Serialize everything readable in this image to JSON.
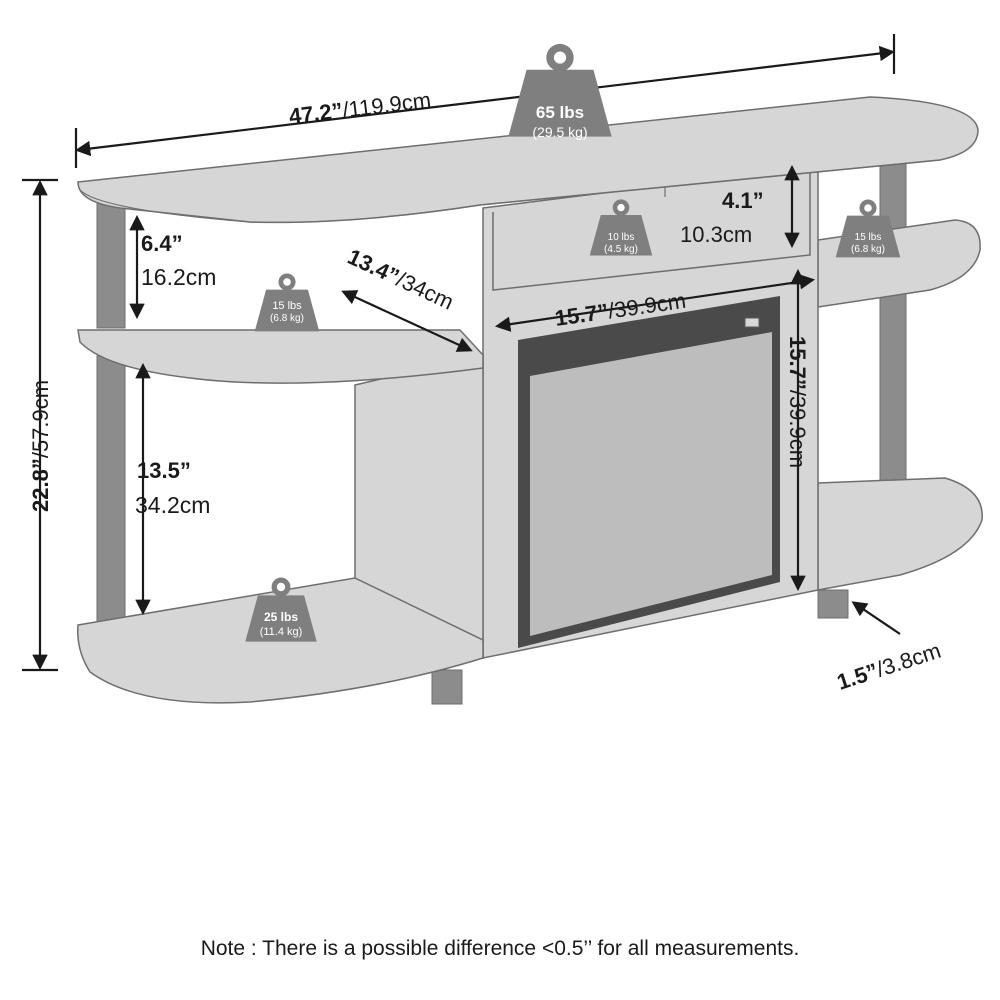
{
  "dimensions": {
    "width_in": "47.2”",
    "width_cm": "/119.9cm",
    "height_in": "22.8”",
    "height_cm": "/57.9cm",
    "upper_gap_in": "6.4”",
    "upper_gap_cm": "16.2cm",
    "lower_gap_in": "13.5”",
    "lower_gap_cm": "34.2cm",
    "depth_in": "13.4”",
    "depth_cm": "/34cm",
    "cubby_width_in": "15.7”",
    "cubby_width_cm": "/39.9cm",
    "cubby_height_in": "15.7”",
    "cubby_height_cm": "/39.9cm",
    "top_gap_in": "4.1”",
    "top_gap_cm": "10.3cm",
    "leg_in": "1.5”",
    "leg_cm": "/3.8cm"
  },
  "weights": {
    "top": {
      "lbs": "65 lbs",
      "kg": "(29.5 kg)"
    },
    "center_shelf": {
      "lbs": "10 lbs",
      "kg": "(4.5 kg)"
    },
    "right_shelf": {
      "lbs": "15 lbs",
      "kg": "(6.8 kg)"
    },
    "left_shelf": {
      "lbs": "15 lbs",
      "kg": "(6.8 kg)"
    },
    "bottom_shelf": {
      "lbs": "25 lbs",
      "kg": "(11.4 kg)"
    }
  },
  "note": "Note : There is a possible difference <0.5’’ for all measurements.",
  "colors": {
    "panel": "#d6d6d6",
    "edge": "#6e6e6e",
    "dark_gray": "#8c8c8c",
    "weight_icon": "#7f7f7f",
    "text": "#1a1a1a"
  }
}
